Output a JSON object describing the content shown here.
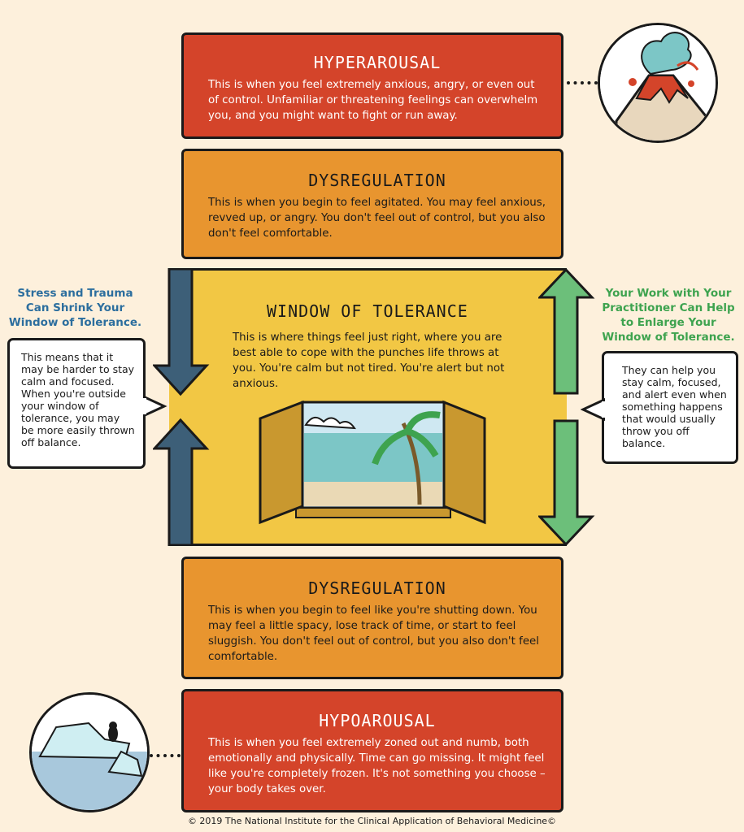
{
  "colors": {
    "hyper": "#d4442a",
    "dysregulation": "#e8952f",
    "window": "#f2c744",
    "shrink_arrow": "#3d5f78",
    "enlarge_arrow": "#6cbf7a",
    "shrink_text": "#2c6e9e",
    "enlarge_text": "#3ea34f",
    "background": "#fdf0dc"
  },
  "hyperarousal": {
    "title": "HYPERAROUSAL",
    "text": "This is when you feel extremely anxious, angry, or even out of control. Unfamiliar or threatening feelings can overwhelm you, and you might want to fight or run away.",
    "icon": "volcano-icon"
  },
  "dysregulation_upper": {
    "title": "DYSREGULATION",
    "text": "This is when you begin to feel agitated. You may feel anxious, revved up, or angry. You don't feel out of control, but you also don't feel comfortable."
  },
  "window": {
    "title": "WINDOW OF TOLERANCE",
    "text": "This is where things feel just right, where you are best able to cope with the punches life throws at you. You're calm but not tired. You're alert but not anxious.",
    "icon": "beach-window-icon"
  },
  "shrink": {
    "title": "Stress and Trauma Can Shrink Your Window of Tolerance.",
    "text": "This means that it may be harder to stay calm and focused. When you're outside your window of tolerance, you may be more easily thrown off balance."
  },
  "enlarge": {
    "title": "Your Work with Your Practitioner Can Help to Enlarge Your Window of Tolerance.",
    "text": "They can help you stay calm, focused, and alert even when something happens that would usually throw you off balance."
  },
  "dysregulation_lower": {
    "title": "DYSREGULATION",
    "text": "This is when you begin to feel like you're shutting down. You may feel a little spacy, lose track of time, or start to feel sluggish. You don't feel out of control, but you also don't feel comfortable."
  },
  "hypoarousal": {
    "title": "HYPOAROUSAL",
    "text": "This is when you feel extremely zoned out and numb, both emotionally and physically. Time can go missing. It might feel like you're completely frozen. It's not something you choose – your body takes over.",
    "icon": "iceberg-icon"
  },
  "copyright": "© 2019 The National Institute for the Clinical Application of Behavioral Medicine©"
}
